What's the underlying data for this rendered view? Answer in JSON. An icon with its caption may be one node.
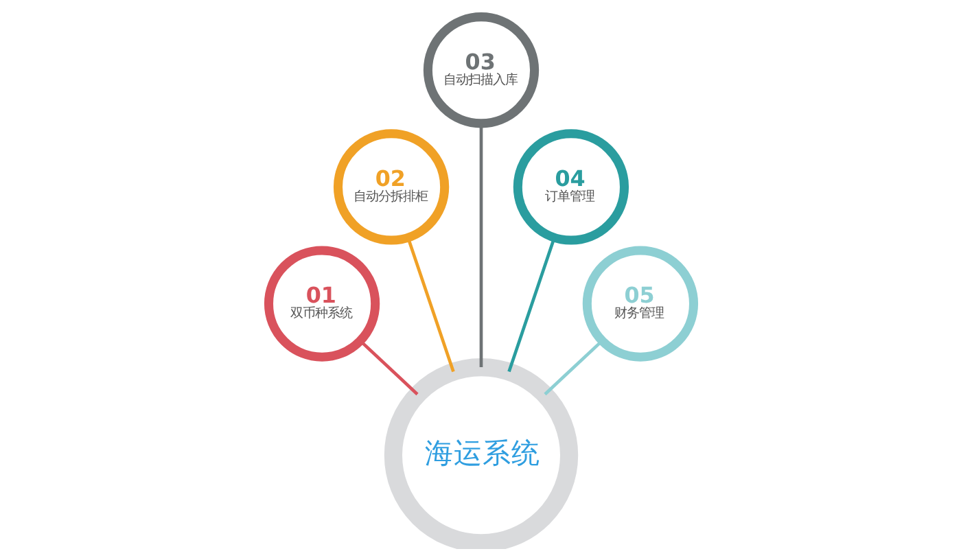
{
  "diagram": {
    "nodes": [
      {
        "text": [
          "01",
          "双币种系统"
        ]
      },
      {
        "text": [
          "02",
          "自动分拆排柜"
        ]
      },
      {
        "text": [
          "03",
          "自动扫描入库"
        ]
      },
      {
        "text": [
          "04",
          "订单管理"
        ]
      },
      {
        "text": [
          "05",
          "财务管理"
        ]
      },
      {
        "text": [
          "海运系统"
        ]
      }
    ],
    "edges": [
      {
        "from": 5,
        "to": 0,
        "arrow": "none",
        "color": "#d9525c"
      },
      {
        "from": 5,
        "to": 1,
        "arrow": "none",
        "color": "#f0a126"
      },
      {
        "from": 5,
        "to": 2,
        "arrow": "none",
        "color": "#6e7375"
      },
      {
        "from": 5,
        "to": 3,
        "arrow": "none",
        "color": "#2a9d9f"
      },
      {
        "from": 5,
        "to": 4,
        "arrow": "none",
        "color": "#8dcfd3"
      }
    ]
  }
}
